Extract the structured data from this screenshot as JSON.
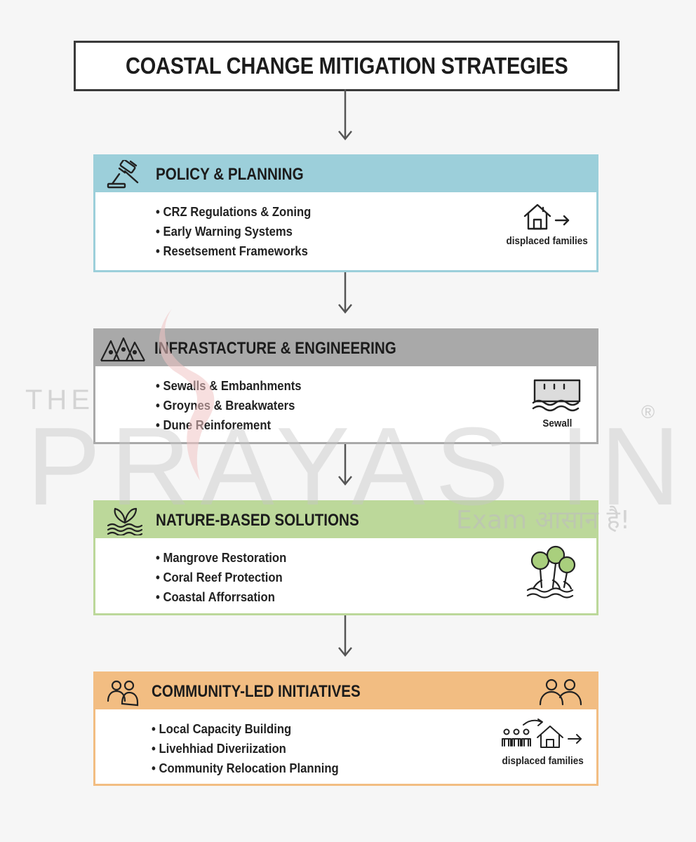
{
  "title": "COASTAL CHANGE MITIGATION STRATEGIES",
  "colors": {
    "policy": "#9ccfda",
    "infrastructure": "#a9a9a9",
    "nature": "#bcd89a",
    "community": "#f2bd82"
  },
  "sections": [
    {
      "title": "POLICY & PLANNING",
      "icon": "gavel-icon",
      "items": [
        "CRZ Regulations & Zoning",
        "Early Warning Systems",
        "Resetsement Frameworks"
      ],
      "side_icon": "house-arrow-icon",
      "side_caption": "displaced families"
    },
    {
      "title": "INFRASTACTURE & ENGINEERING",
      "icon": "mountains-icon",
      "items": [
        "Sewalls & Embanhments",
        "Groynes & Breakwaters",
        "Dune Reinforement"
      ],
      "side_icon": "seawall-icon",
      "side_caption": "Sewall"
    },
    {
      "title": "NATURE-BASED SOLUTIONS",
      "icon": "leaf-waves-icon",
      "items": [
        "Mangrove Restoration",
        "Coral Reef Protection",
        "Coastal Afforrsation"
      ],
      "side_icon": "mangrove-trees-icon",
      "side_caption": ""
    },
    {
      "title": "COMMUNITY-LED INITIATIVES",
      "icon": "people-icon",
      "items": [
        "Local Capacity Building",
        "Livehhiad Diveriization",
        "Community Relocation Planning"
      ],
      "side_icon": "relocation-icon",
      "side_caption": "displaced families"
    }
  ],
  "watermark": {
    "small": "THE",
    "brand": "PRAYAS INDIA",
    "registered": "®",
    "tagline": "Exam आसान है!"
  }
}
